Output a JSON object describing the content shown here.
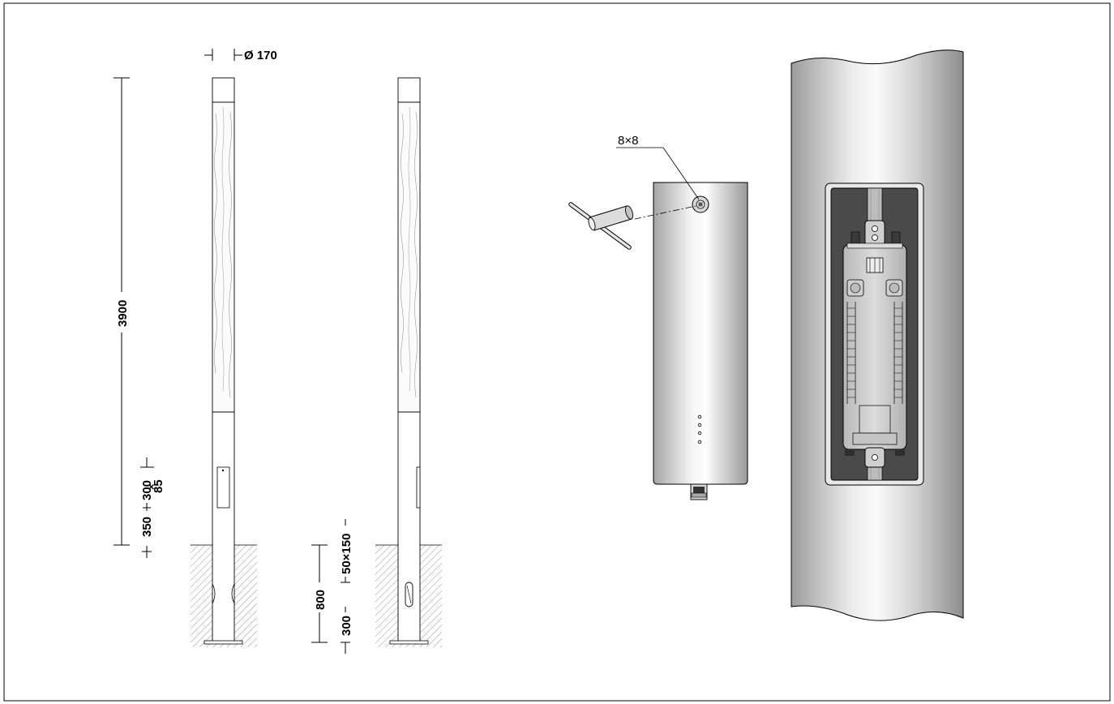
{
  "drawing": {
    "colors": {
      "line": "#000000",
      "hatch": "#888888",
      "metal_light": "#f2f2f2",
      "metal_dark": "#a8a8a8",
      "recess": "#4a4a4a",
      "gear_box": "#cfcfcf"
    },
    "dimensions": {
      "diameter": "Ø 170",
      "height": "3900",
      "door_size_top": "300",
      "door_size_x": "×",
      "door_size_bottom": "85",
      "door_offset": "350",
      "burial_depth": "800",
      "cable_slot": "50×150",
      "slot_offset": "300",
      "key_size": "8×8"
    }
  }
}
